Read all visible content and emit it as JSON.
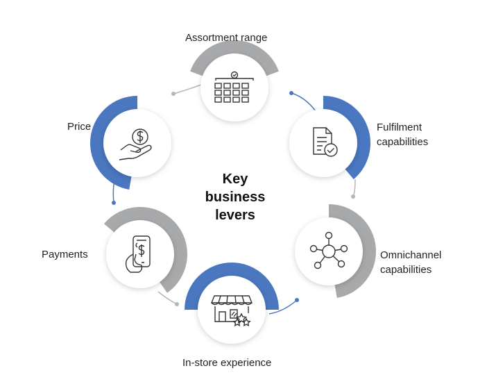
{
  "diagram": {
    "center_title": "Key\nbusiness\nlevers",
    "levers": [
      {
        "id": "assortment",
        "label": "Assortment range",
        "icon": "assortment-grid-icon",
        "arc_color": "#a8a9ab"
      },
      {
        "id": "fulfilment",
        "label": "Fulfilment\ncapabilities",
        "icon": "document-check-icon",
        "arc_color": "#4a77c0"
      },
      {
        "id": "omnichannel",
        "label": "Omnichannel\ncapabilities",
        "icon": "network-hub-icon",
        "arc_color": "#a8a9ab"
      },
      {
        "id": "instore",
        "label": "In-store experience",
        "icon": "storefront-stars-icon",
        "arc_color": "#4a77c0"
      },
      {
        "id": "payments",
        "label": "Payments",
        "icon": "phone-payment-icon",
        "arc_color": "#a8a9ab"
      },
      {
        "id": "price",
        "label": "Price",
        "icon": "hand-dollar-icon",
        "arc_color": "#4a77c0"
      }
    ],
    "colors": {
      "blue": "#4a77c0",
      "gray": "#a8a9ab",
      "connector": "#b5b6b8",
      "icon_stroke": "#333333"
    }
  }
}
